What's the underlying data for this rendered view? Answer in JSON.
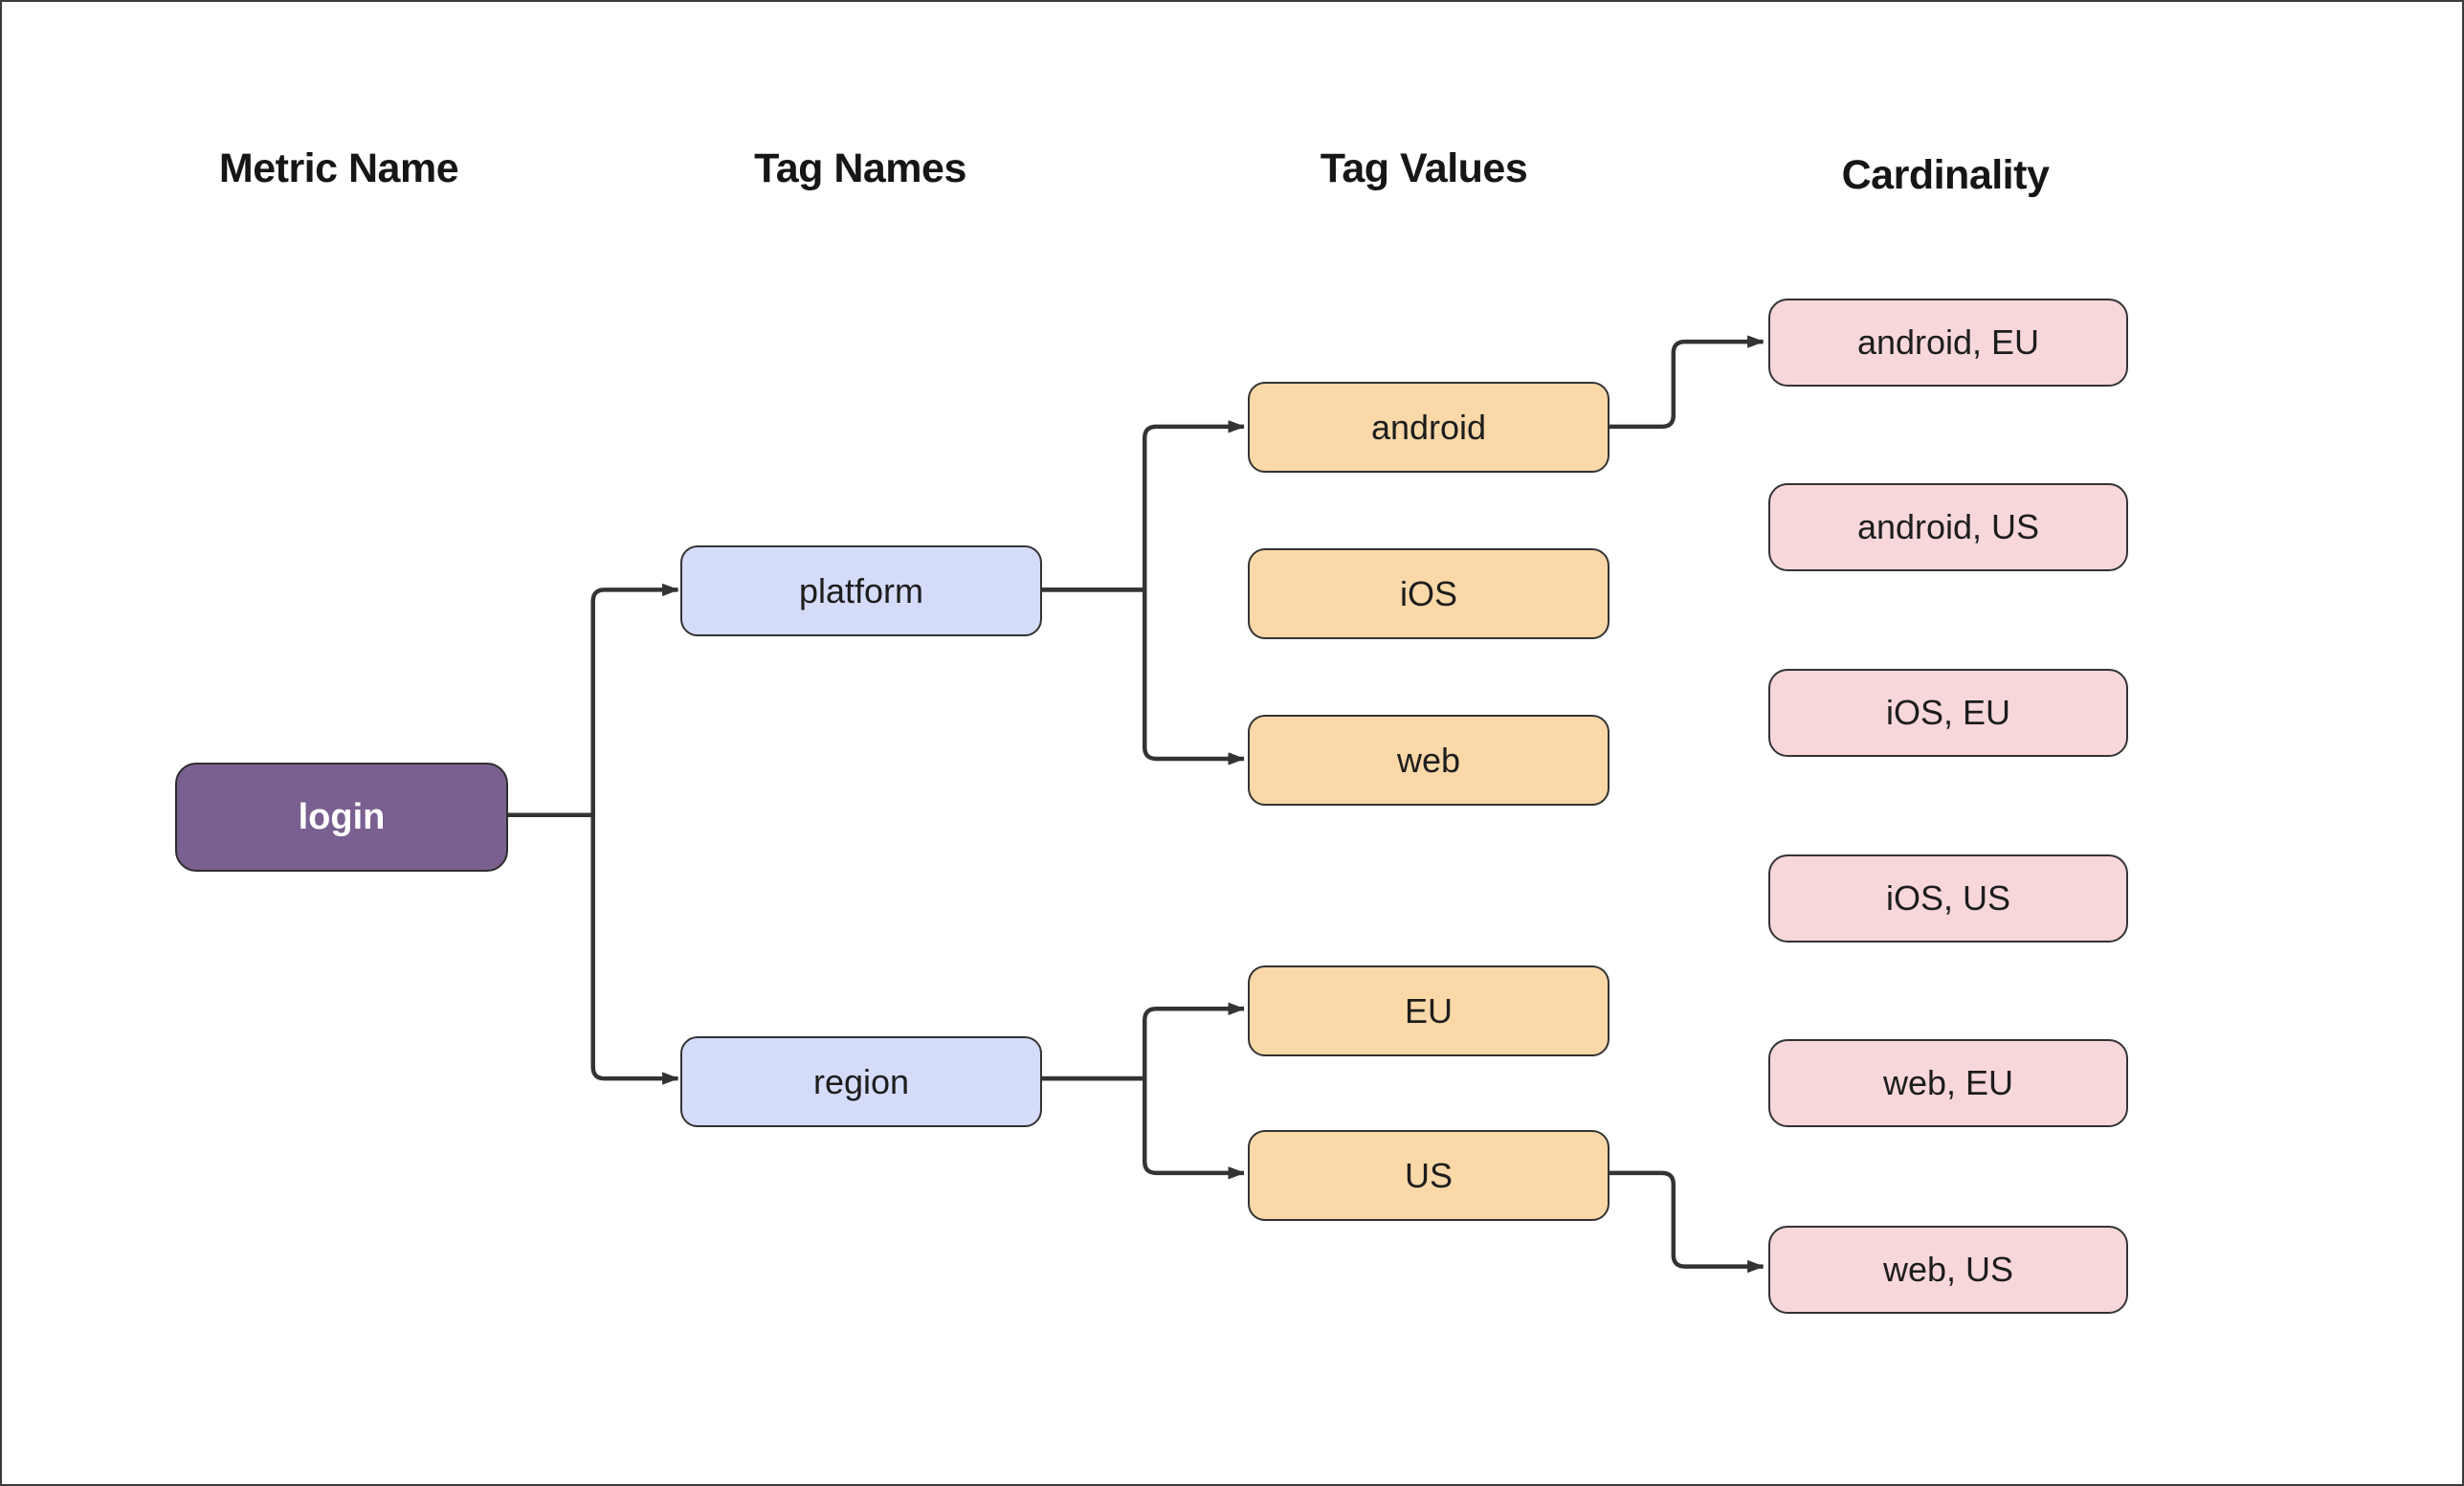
{
  "diagram_type": "flowchart-left-to-right",
  "columns": [
    {
      "header": "Metric Name",
      "items": [
        "login"
      ]
    },
    {
      "header": "Tag Names",
      "items": [
        "platform",
        "region"
      ]
    },
    {
      "header": "Tag Values",
      "items": [
        "android",
        "iOS",
        "web",
        "EU",
        "US"
      ]
    },
    {
      "header": "Cardinality",
      "items": [
        "android, EU",
        "android, US",
        "iOS, EU",
        "iOS, US",
        "web, EU",
        "web, US"
      ]
    }
  ],
  "edges": [
    {
      "from": "login",
      "to": "platform"
    },
    {
      "from": "login",
      "to": "region"
    },
    {
      "from": "platform",
      "to": "android"
    },
    {
      "from": "platform",
      "to": "web"
    },
    {
      "from": "region",
      "to": "EU"
    },
    {
      "from": "region",
      "to": "US"
    },
    {
      "from": "android",
      "to": "android, EU"
    },
    {
      "from": "US",
      "to": "web, US"
    }
  ],
  "colors": {
    "metric_fill": "#796090",
    "metric_text": "#ffffff",
    "tag_name_fill": "#d5dcfa",
    "tag_value_fill": "#fad8a8",
    "cardinality_fill": "#f8d7db",
    "node_border": "#333333",
    "edge_stroke": "#333333",
    "header_text": "#161616",
    "background": "#ffffff"
  }
}
